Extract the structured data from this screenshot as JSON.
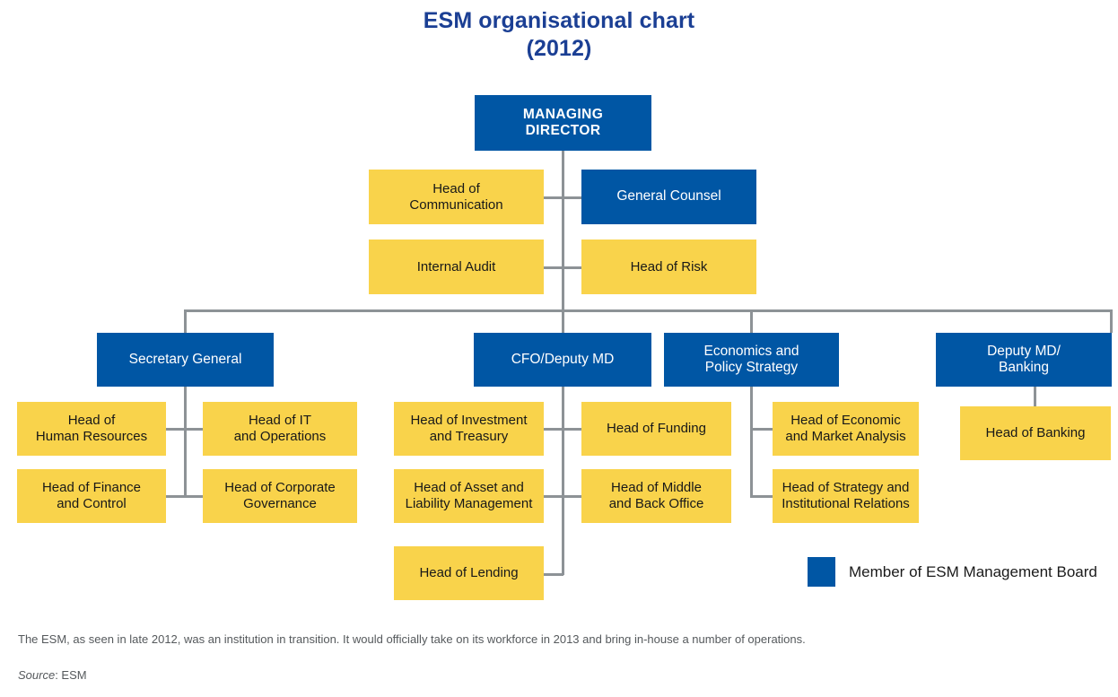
{
  "title": {
    "line1": "ESM organisational chart",
    "line2": "(2012)",
    "color": "#1b3f94"
  },
  "colors": {
    "board_blue": "#0056a4",
    "unit_yellow": "#f9d34b",
    "connector_gray": "#8d9296",
    "title_blue": "#1b3f94",
    "footnote_gray": "#55595c"
  },
  "chart_data": {
    "type": "diagram",
    "diagram_type": "organisational-chart",
    "title": "ESM organisational chart (2012)",
    "root": "MANAGING DIRECTOR",
    "legend": [
      {
        "swatch_color": "#0056a4",
        "label": "Member of ESM Management Board"
      }
    ],
    "nodes": [
      {
        "id": "md",
        "label": "MANAGING DIRECTOR",
        "type": "blue",
        "level": 0,
        "parent": null
      },
      {
        "id": "hcom",
        "label": "Head of Communication",
        "type": "yellow",
        "level": 1,
        "parent": "md"
      },
      {
        "id": "gc",
        "label": "General Counsel",
        "type": "blue",
        "level": 1,
        "parent": "md"
      },
      {
        "id": "ia",
        "label": "Internal Audit",
        "type": "yellow",
        "level": 1,
        "parent": "md"
      },
      {
        "id": "hr",
        "label": "Head of Risk",
        "type": "yellow",
        "level": 1,
        "parent": "md"
      },
      {
        "id": "sg",
        "label": "Secretary General",
        "type": "blue",
        "level": 2,
        "parent": "md"
      },
      {
        "id": "cfo",
        "label": "CFO/Deputy MD",
        "type": "blue",
        "level": 2,
        "parent": "md"
      },
      {
        "id": "eps",
        "label": "Economics and Policy Strategy",
        "type": "blue",
        "level": 2,
        "parent": "md"
      },
      {
        "id": "dmb",
        "label": "Deputy MD/ Banking",
        "type": "blue",
        "level": 2,
        "parent": "md"
      },
      {
        "id": "hhr",
        "label": "Head of Human Resources",
        "type": "yellow",
        "level": 3,
        "parent": "sg"
      },
      {
        "id": "hit",
        "label": "Head of IT and Operations",
        "type": "yellow",
        "level": 3,
        "parent": "sg"
      },
      {
        "id": "hfc",
        "label": "Head of Finance and Control",
        "type": "yellow",
        "level": 3,
        "parent": "sg"
      },
      {
        "id": "hcg",
        "label": "Head of Corporate Governance",
        "type": "yellow",
        "level": 3,
        "parent": "sg"
      },
      {
        "id": "hit2",
        "label": "Head of Investment and Treasury",
        "type": "yellow",
        "level": 3,
        "parent": "cfo"
      },
      {
        "id": "hfu",
        "label": "Head of Funding",
        "type": "yellow",
        "level": 3,
        "parent": "cfo"
      },
      {
        "id": "halm",
        "label": "Head of Asset and Liability Management",
        "type": "yellow",
        "level": 3,
        "parent": "cfo"
      },
      {
        "id": "hmbo",
        "label": "Head of Middle and Back Office",
        "type": "yellow",
        "level": 3,
        "parent": "cfo"
      },
      {
        "id": "hle",
        "label": "Head of Lending",
        "type": "yellow",
        "level": 3,
        "parent": "cfo"
      },
      {
        "id": "hema",
        "label": "Head of Economic and Market Analysis",
        "type": "yellow",
        "level": 3,
        "parent": "eps"
      },
      {
        "id": "hsir",
        "label": "Head of Strategy and Institutional Relations",
        "type": "yellow",
        "level": 3,
        "parent": "eps"
      },
      {
        "id": "hba",
        "label": "Head of Banking",
        "type": "yellow",
        "level": 3,
        "parent": "dmb"
      }
    ]
  },
  "boxes": {
    "managing_director": {
      "line1": "MANAGING",
      "line2": "DIRECTOR"
    },
    "head_of_communication": {
      "line1": "Head of",
      "line2": "Communication"
    },
    "general_counsel": {
      "line1": "General Counsel"
    },
    "internal_audit": {
      "line1": "Internal Audit"
    },
    "head_of_risk": {
      "line1": "Head of Risk"
    },
    "secretary_general": {
      "line1": "Secretary General"
    },
    "cfo_deputy_md": {
      "line1": "CFO/Deputy MD"
    },
    "economics_policy_strategy": {
      "line1": "Economics and",
      "line2": "Policy Strategy"
    },
    "deputy_md_banking": {
      "line1": "Deputy MD/",
      "line2": "Banking"
    },
    "head_of_human_resources": {
      "line1": "Head of",
      "line2": "Human Resources"
    },
    "head_of_it_operations": {
      "line1": "Head of IT",
      "line2": "and Operations"
    },
    "head_of_finance_control": {
      "line1": "Head of Finance",
      "line2": "and Control"
    },
    "head_of_corporate_governance": {
      "line1": "Head of Corporate",
      "line2": "Governance"
    },
    "head_of_investment_treasury": {
      "line1": "Head of Investment",
      "line2": "and Treasury"
    },
    "head_of_funding": {
      "line1": "Head of Funding"
    },
    "head_of_asset_liability": {
      "line1": "Head of Asset and",
      "line2": "Liability Management"
    },
    "head_of_middle_back_office": {
      "line1": "Head of Middle",
      "line2": "and Back Office"
    },
    "head_of_lending": {
      "line1": "Head of Lending"
    },
    "head_of_economic_market_analysis": {
      "line1": "Head of Economic",
      "line2": "and Market Analysis"
    },
    "head_of_strategy_institutional": {
      "line1": "Head of Strategy and",
      "line2": "Institutional Relations"
    },
    "head_of_banking": {
      "line1": "Head of Banking"
    }
  },
  "legend": {
    "label": "Member of ESM Management Board"
  },
  "footnotes": {
    "note": "The ESM, as seen in late 2012, was an institution in transition. It would officially take on its workforce in 2013 and bring in-house a number of operations.",
    "source_word": "Source",
    "source_value": ": ESM"
  }
}
